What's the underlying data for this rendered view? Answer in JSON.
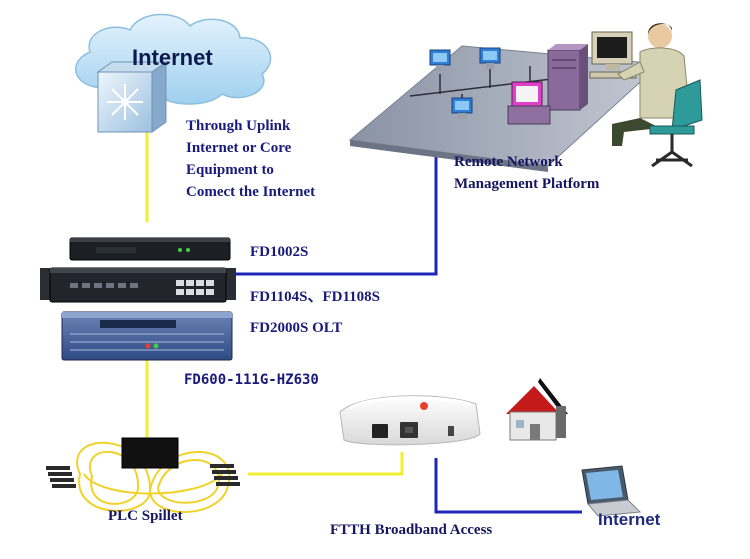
{
  "colors": {
    "uplink_line": "#f2ee30",
    "mgmt_line": "#1f25b8",
    "label_text": "#1a1a7a",
    "cloud_fill": "#bfe2f7",
    "platform_fill": "#9fa5b3",
    "router_fill": "#dfeaf6"
  },
  "icons": {
    "cloud": "cloud-icon",
    "switch": "router-switch-icon",
    "platform": "network-platform-icon",
    "operator": "operator-icon",
    "olt_devices": "rack-device-icon",
    "onu": "onu-modem-icon",
    "house": "house-icon",
    "splitter": "plc-splitter-icon",
    "laptop": "laptop-icon"
  },
  "labels": {
    "internet_cloud": "Internet",
    "uplink": [
      "Through Uplink",
      "Internet or Core",
      "Equipment to",
      "Comect the Internet"
    ],
    "remote": [
      "Remote Network",
      "Management Platform"
    ],
    "fd1002s": "FD1002S",
    "fd1104s": "FD1104S、FD1108S",
    "fd2000s": "FD2000S OLT",
    "onu_model": "FD600-111G-HZ630",
    "plc": "PLC Spillet",
    "ftth": "FTTH Broadband Access",
    "internet_bottom": "Internet"
  }
}
